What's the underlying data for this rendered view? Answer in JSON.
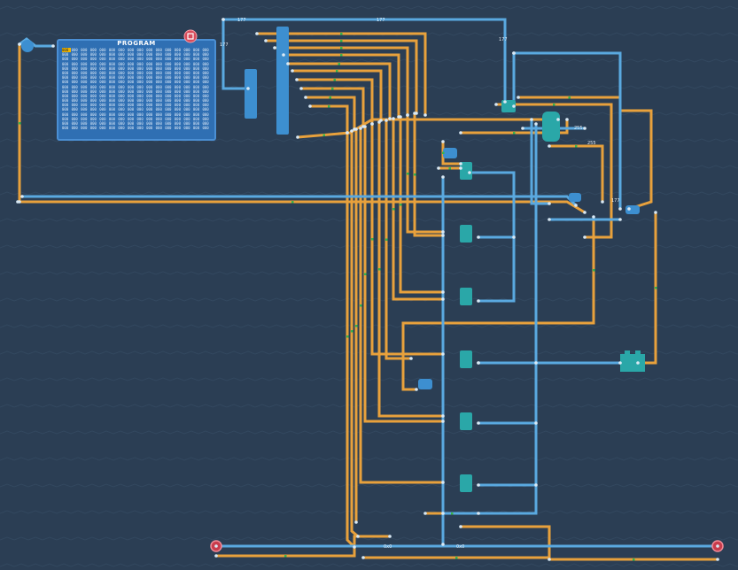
{
  "program": {
    "title": "PROGRAM",
    "words": [
      "000",
      "000",
      "000",
      "000",
      "000",
      "000",
      "000",
      "000",
      "000",
      "000",
      "000",
      "000",
      "000",
      "000",
      "000",
      "000",
      "000",
      "000",
      "000",
      "000",
      "000",
      "000",
      "000",
      "000",
      "000",
      "000",
      "000",
      "000",
      "000",
      "000",
      "000",
      "000",
      "000",
      "000",
      "000",
      "000",
      "000",
      "000",
      "000",
      "000",
      "000",
      "000",
      "000",
      "000",
      "000",
      "000",
      "000",
      "000",
      "000",
      "000",
      "000",
      "000",
      "000",
      "000",
      "000",
      "000",
      "000",
      "000",
      "000",
      "000",
      "000",
      "000",
      "000",
      "000",
      "000",
      "000",
      "000",
      "000",
      "000",
      "000",
      "000",
      "000",
      "000",
      "000",
      "000",
      "000",
      "000",
      "000",
      "000",
      "000",
      "000",
      "000",
      "000",
      "000",
      "000",
      "000",
      "000",
      "000",
      "000",
      "000",
      "000",
      "000",
      "000",
      "000",
      "000",
      "000",
      "000",
      "000",
      "000",
      "000",
      "000",
      "000",
      "000",
      "000",
      "000",
      "000",
      "000",
      "000",
      "000",
      "000",
      "000",
      "000",
      "000",
      "000",
      "000",
      "000",
      "000",
      "000",
      "000",
      "000",
      "000",
      "000",
      "000",
      "000",
      "000",
      "000",
      "000",
      "000",
      "000",
      "000",
      "000",
      "000",
      "000",
      "000",
      "000",
      "000",
      "000",
      "000",
      "000",
      "000",
      "000",
      "000",
      "000",
      "000",
      "000",
      "000",
      "000",
      "000",
      "000",
      "000",
      "000",
      "000",
      "000",
      "000",
      "000",
      "000",
      "000",
      "000",
      "000",
      "000",
      "000",
      "000",
      "000",
      "000",
      "000",
      "000",
      "000",
      "000",
      "000",
      "000",
      "000",
      "000",
      "000",
      "000",
      "000",
      "000",
      "000",
      "000",
      "000",
      "000",
      "000",
      "000",
      "000",
      "000",
      "000",
      "000",
      "000",
      "000",
      "000",
      "000",
      "000",
      "000",
      "000",
      "000",
      "000",
      "000",
      "000",
      "000",
      "000",
      "000",
      "000",
      "000",
      "000",
      "000",
      "000",
      "000",
      "000",
      "000",
      "000",
      "000",
      "000",
      "000",
      "000",
      "000",
      "000",
      "000",
      "000",
      "000",
      "000",
      "000",
      "000",
      "000",
      "000",
      "000",
      "000",
      "000",
      "000",
      "000",
      "000",
      "000",
      "000",
      "000",
      "000",
      "000",
      "000",
      "000",
      "000",
      "000",
      "000",
      "000",
      "000",
      "000",
      "000",
      "000",
      "000",
      "000",
      "000",
      "000",
      "000",
      "000",
      "000",
      "000",
      "000",
      "000",
      "000",
      "000",
      "000",
      "000",
      "000",
      "000",
      "000",
      "000",
      "000",
      "000",
      "000",
      "000",
      "000",
      "000",
      "000",
      "000",
      "000",
      "000",
      "000",
      "000",
      "000",
      "000",
      "000",
      "000",
      "000",
      "000",
      "000",
      "000",
      "000",
      "000",
      "000",
      "000",
      "000",
      "000"
    ],
    "highlight_index": 0
  },
  "labels": {
    "top_bus_left": "177",
    "top_bus_right": "177",
    "counter_out": "177",
    "ram_addr": "177",
    "value_a": "255",
    "value_b": "255",
    "alu_out": "177",
    "bottom_left": "0x0",
    "bottom_mid": "0x0"
  },
  "colors": {
    "background": "#2b3e54",
    "wire_data": "#e8a13c",
    "wire_control": "#5aa9e0",
    "component": "#2aa7a8",
    "io_pin": "#c83c4c"
  },
  "icons": {
    "program_corner": "record-icon",
    "left_input": "input-pin-icon",
    "bottom_left_pin": "input-pin-icon",
    "bottom_right_pin": "output-pin-icon"
  }
}
